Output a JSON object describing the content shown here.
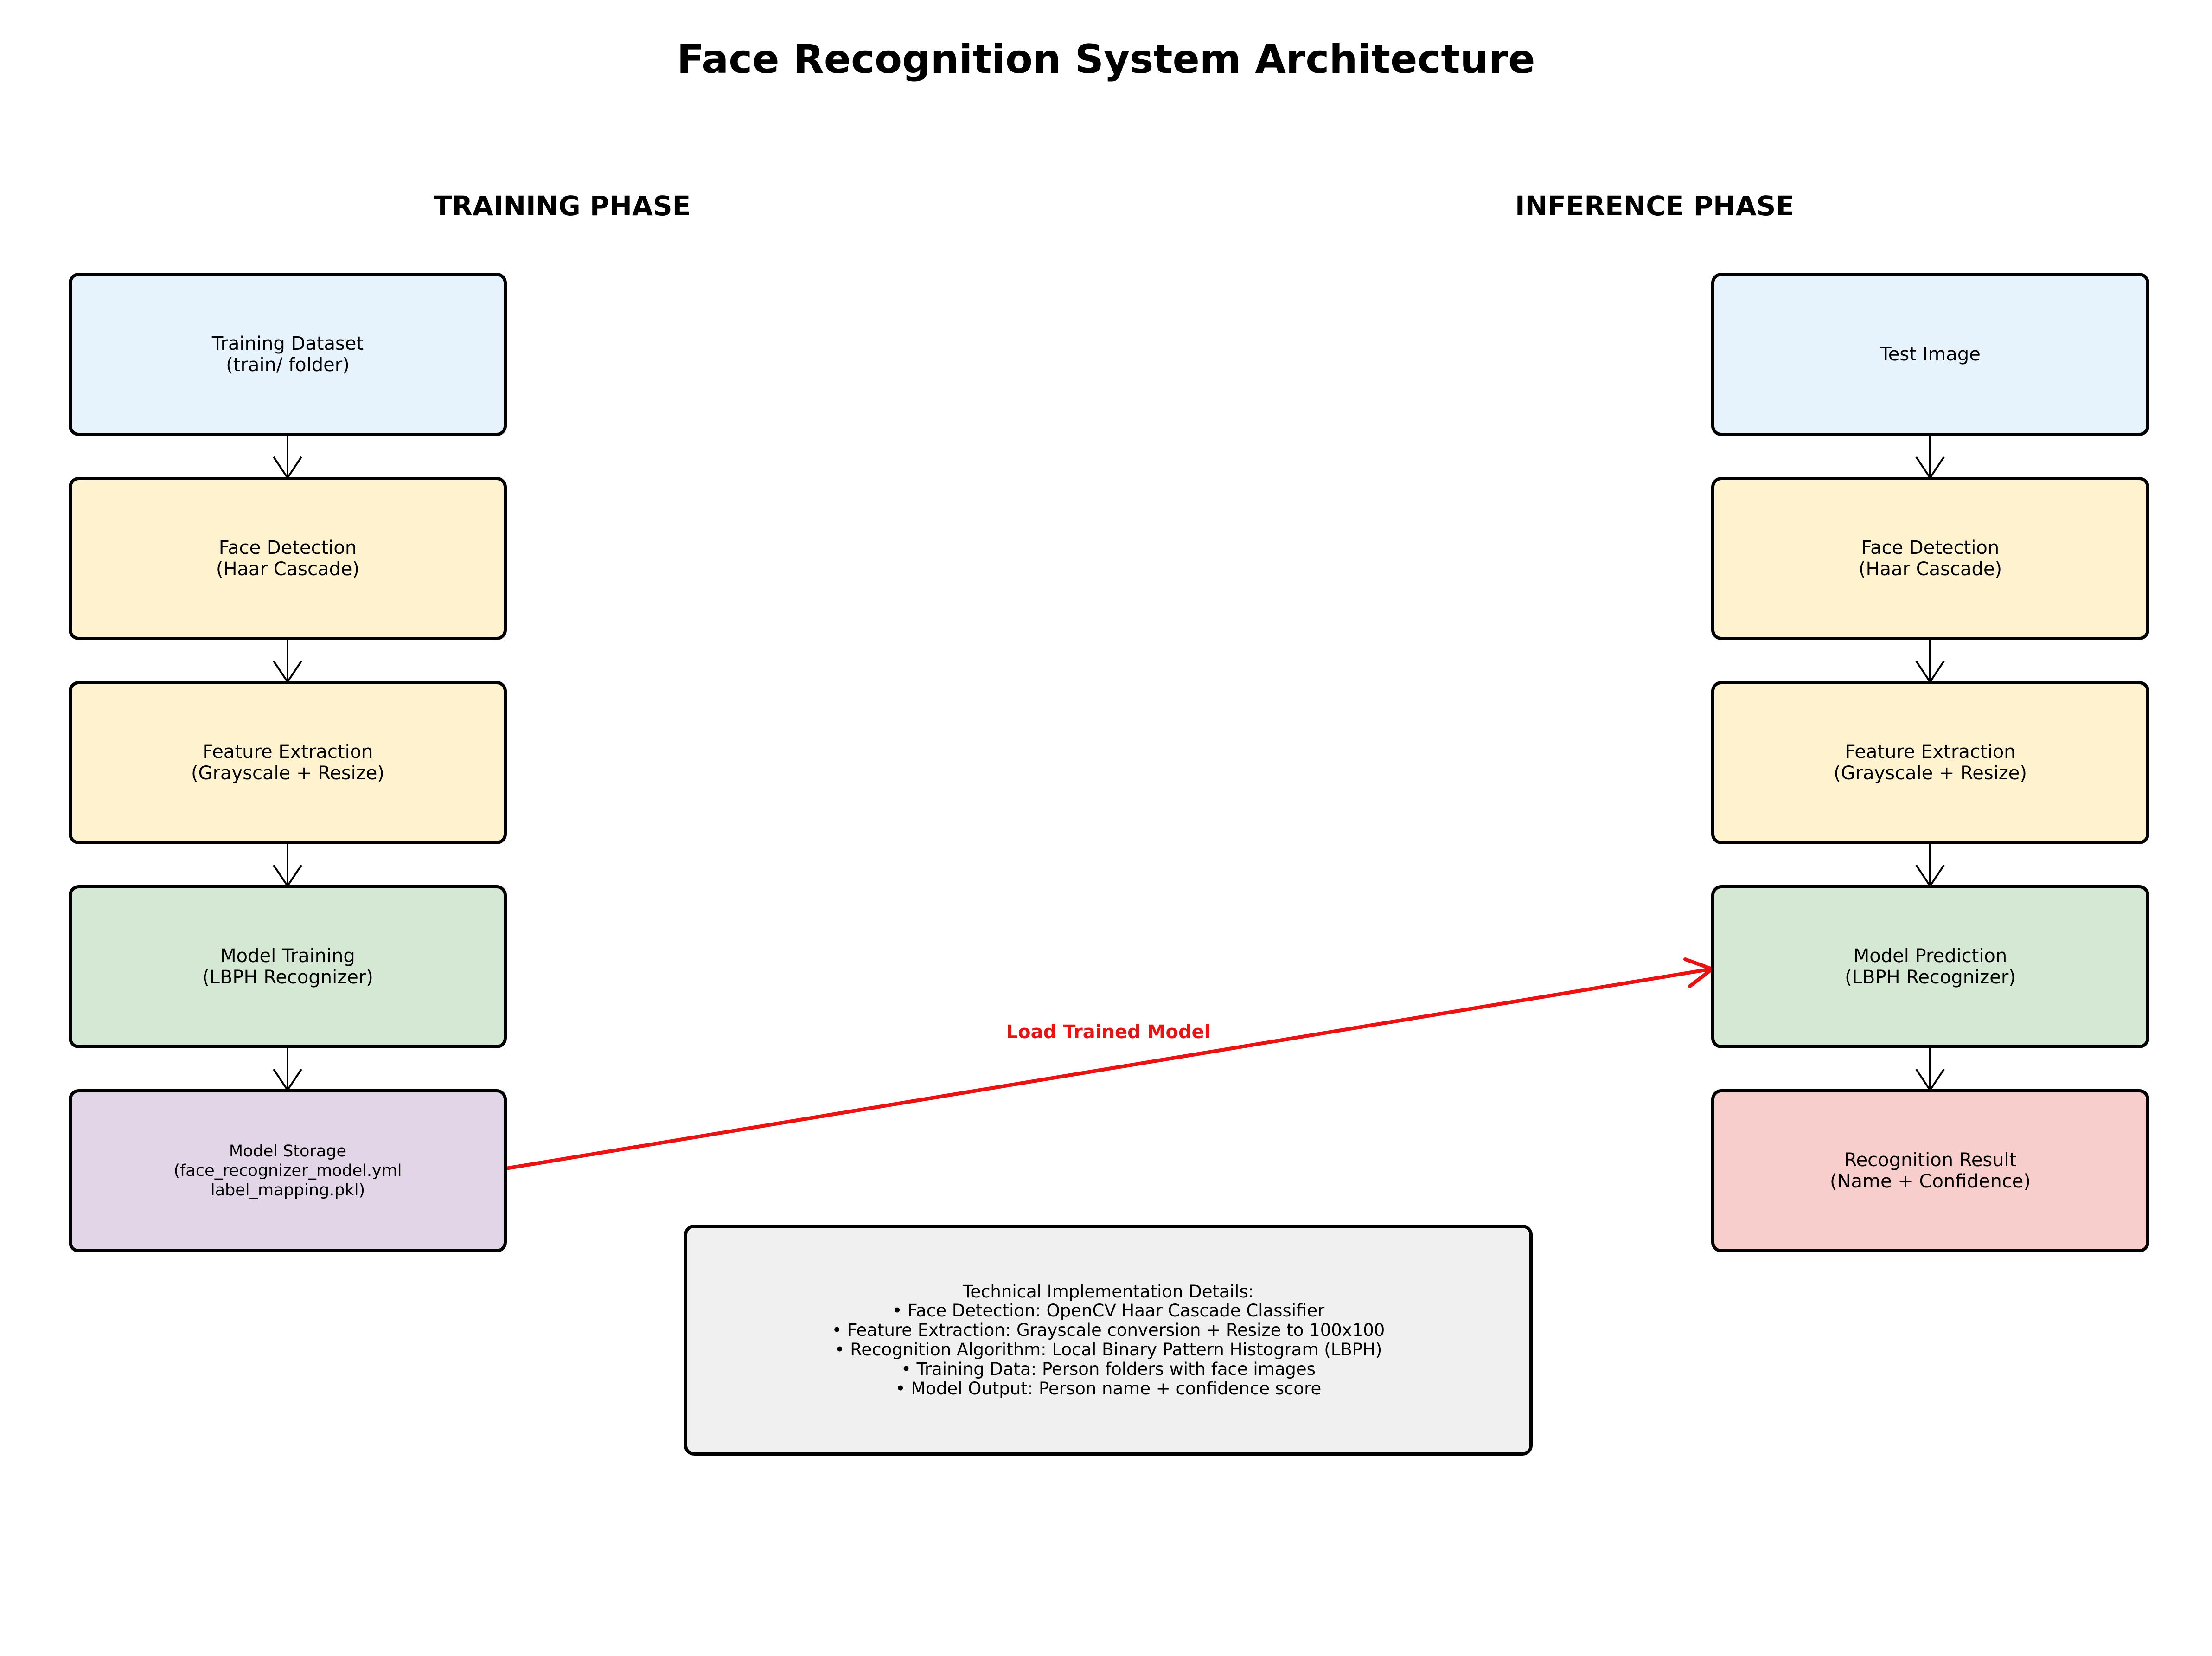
{
  "title": "Face Recognition System Architecture",
  "phases": {
    "training": "TRAINING PHASE",
    "inference": "INFERENCE PHASE"
  },
  "training_boxes": [
    {
      "text": "Training Dataset\n(train/ folder)",
      "color": "#e6f3fc"
    },
    {
      "text": "Face Detection\n(Haar Cascade)",
      "color": "#fff2cf"
    },
    {
      "text": "Feature Extraction\n(Grayscale + Resize)",
      "color": "#fff2cf"
    },
    {
      "text": "Model Training\n(LBPH Recognizer)",
      "color": "#d5e8d4"
    },
    {
      "text": "Model Storage\n(face_recognizer_model.yml\nlabel_mapping.pkl)",
      "color": "#e1d5e7"
    }
  ],
  "inference_boxes": [
    {
      "text": "Test Image",
      "color": "#e6f3fc"
    },
    {
      "text": "Face Detection\n(Haar Cascade)",
      "color": "#fff2cf"
    },
    {
      "text": "Feature Extraction\n(Grayscale + Resize)",
      "color": "#fff2cf"
    },
    {
      "text": "Model Prediction\n(LBPH Recognizer)",
      "color": "#d5e8d4"
    },
    {
      "text": "Recognition Result\n(Name + Confidence)",
      "color": "#f8cecc"
    }
  ],
  "link": {
    "label": "Load Trained Model",
    "color": "#ee1111"
  },
  "details": {
    "text": "Technical Implementation Details:\n• Face Detection: OpenCV Haar Cascade Classifier\n• Feature Extraction: Grayscale conversion + Resize to 100x100\n• Recognition Algorithm: Local Binary Pattern Histogram (LBPH)\n• Training Data: Person folders with face images\n• Model Output: Person name + confidence score",
    "color": "#f0f0f0"
  }
}
